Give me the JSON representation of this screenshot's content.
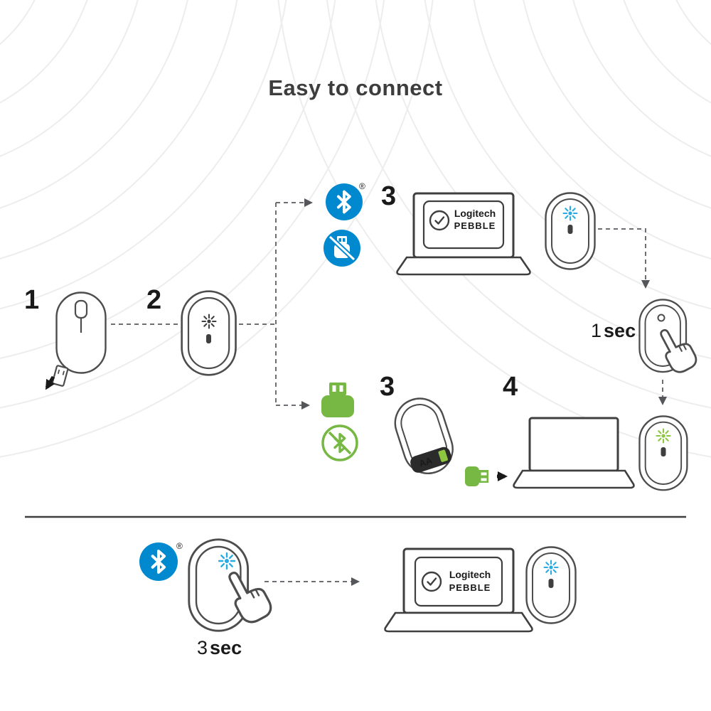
{
  "title": "Easy to connect",
  "registered_mark": "®",
  "steps": {
    "step1": "1",
    "step2": "2",
    "step3_bluetooth": "3",
    "step3_receiver": "3",
    "step4": "4"
  },
  "durations": {
    "channel_switch": {
      "value": "1",
      "unit": "sec"
    },
    "pairing_hold": {
      "value": "3",
      "unit": "sec"
    }
  },
  "laptop_screen": {
    "brand": "Logitech",
    "model": "PEBBLE"
  },
  "battery": {
    "label": "AA"
  },
  "colors": {
    "bluetooth_blue": "#0089cf",
    "logi_green": "#76b843",
    "led_blue": "#29abe2",
    "led_green": "#8dc63f",
    "outline": "#4d4d4d",
    "dark": "#1a1a1a",
    "dashed": "#6d6e71"
  },
  "icons": {
    "bluetooth": "bluetooth-icon",
    "no_receiver": "usb-receiver-crossed-icon",
    "receiver": "usb-receiver-icon",
    "no_bluetooth": "bluetooth-crossed-icon",
    "led": "led-blink-icon",
    "hand": "press-hand-icon"
  }
}
